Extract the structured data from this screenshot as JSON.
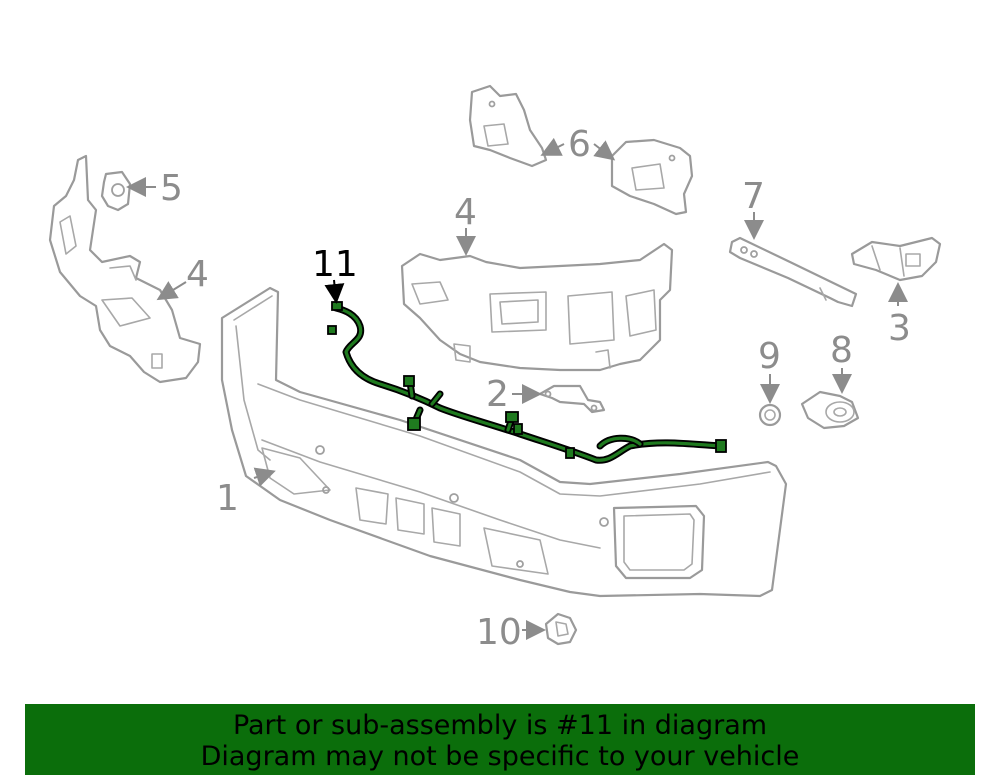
{
  "diagram": {
    "callouts": {
      "c1": "1",
      "c2": "2",
      "c3": "3",
      "c4a": "4",
      "c4b": "4",
      "c5": "5",
      "c6": "6",
      "c7": "7",
      "c8": "8",
      "c9": "9",
      "c10": "10",
      "c11": "11"
    },
    "highlighted_part": "11",
    "colors": {
      "highlight": "#1f7a1f",
      "parts": "#9a9a9a",
      "banner": "#0b6e0b"
    }
  },
  "banner": {
    "line1": "Part or sub-assembly is #11 in diagram",
    "line2": "Diagram may not be specific to your vehicle"
  }
}
